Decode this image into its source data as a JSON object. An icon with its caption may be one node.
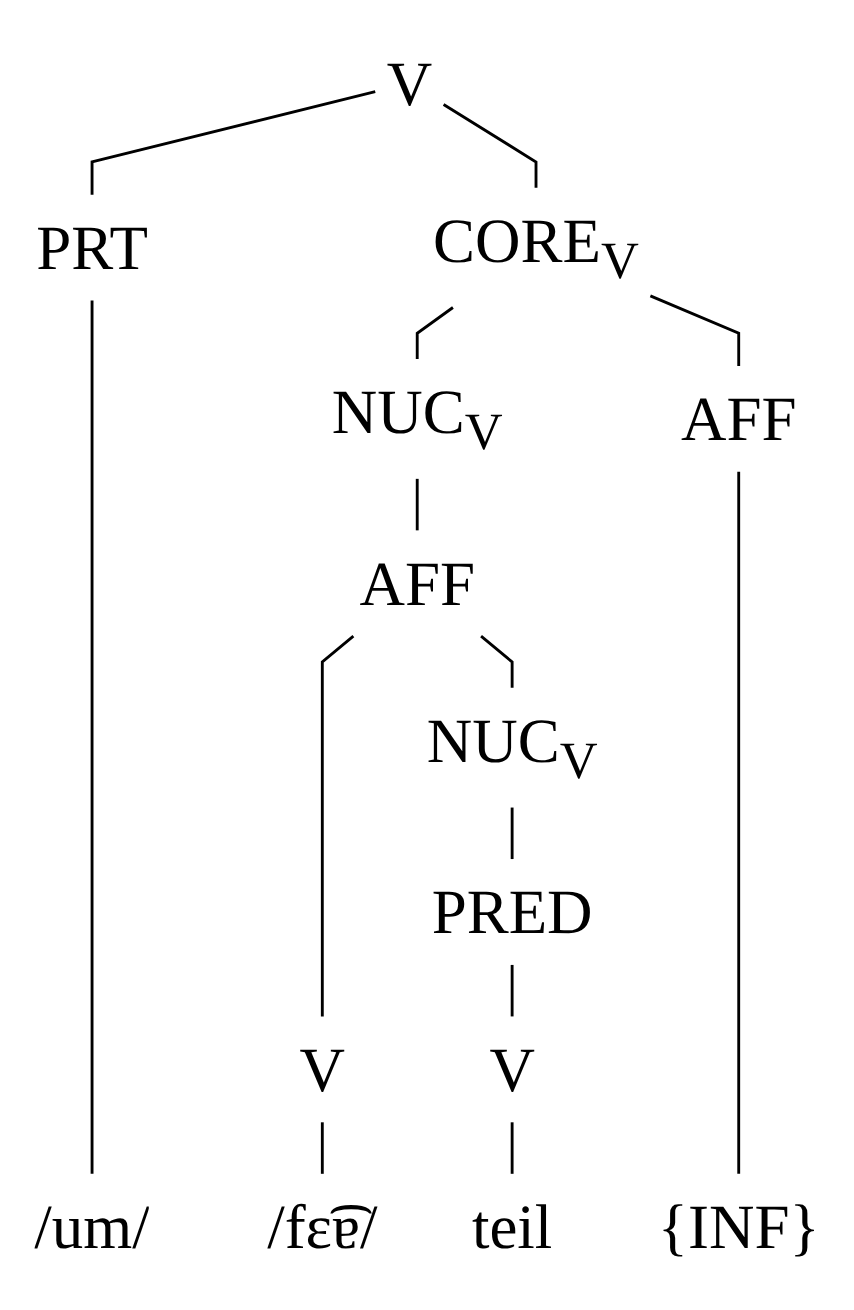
{
  "diagram": {
    "nodes": [
      {
        "text": [
          "V"
        ]
      },
      {
        "text": [
          "PRT"
        ]
      },
      {
        "text": [
          "CORE$_{V}$"
        ]
      },
      {
        "text": [
          "NUC$_{V}$"
        ]
      },
      {
        "text": [
          "AFF"
        ]
      },
      {
        "text": [
          "AFF"
        ]
      },
      {
        "text": [
          "NUC$_{V}$"
        ]
      },
      {
        "text": [
          "PRED"
        ]
      },
      {
        "text": [
          "V"
        ]
      },
      {
        "text": [
          "V"
        ]
      },
      {
        "text": [
          "/um/"
        ]
      },
      {
        "text": [
          "/fɛ͡ɐ/"
        ]
      },
      {
        "text": [
          "teil"
        ]
      },
      {
        "text": [
          "{INF}"
        ]
      }
    ],
    "edges": [
      {
        "from": 0,
        "to": 1,
        "arrow": "none"
      },
      {
        "from": 0,
        "to": 2,
        "arrow": "none"
      },
      {
        "from": 1,
        "to": 10,
        "arrow": "none"
      },
      {
        "from": 2,
        "to": 3,
        "arrow": "none"
      },
      {
        "from": 2,
        "to": 4,
        "arrow": "none"
      },
      {
        "from": 4,
        "to": 13,
        "arrow": "none"
      },
      {
        "from": 3,
        "to": 5,
        "arrow": "none"
      },
      {
        "from": 5,
        "to": 8,
        "arrow": "none"
      },
      {
        "from": 5,
        "to": 6,
        "arrow": "none"
      },
      {
        "from": 6,
        "to": 7,
        "arrow": "none"
      },
      {
        "from": 7,
        "to": 9,
        "arrow": "none"
      },
      {
        "from": 8,
        "to": 11,
        "arrow": "none"
      },
      {
        "from": 9,
        "to": 12,
        "arrow": "none"
      }
    ]
  }
}
